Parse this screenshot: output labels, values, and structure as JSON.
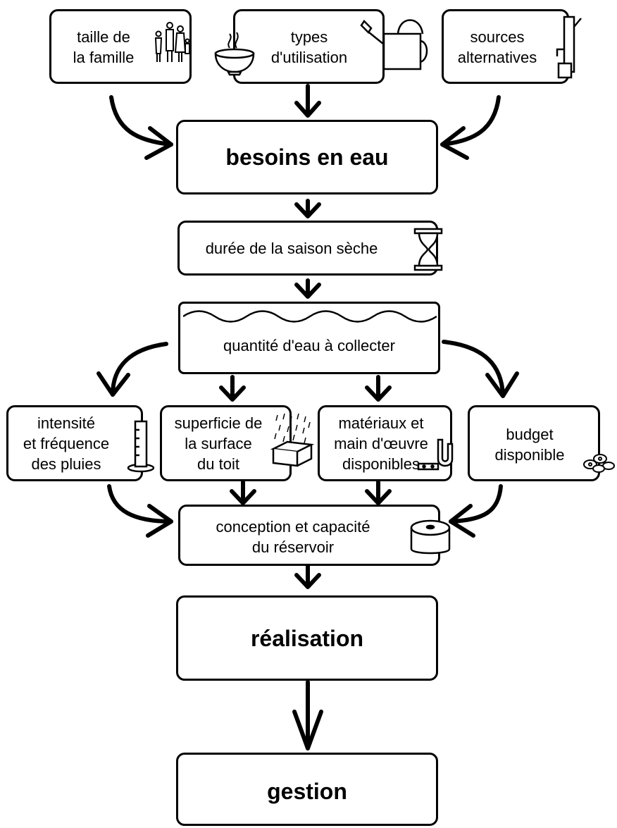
{
  "nodes": {
    "family_size": [
      "taille de",
      "la famille"
    ],
    "usage_types": [
      "types",
      "d'utilisation"
    ],
    "alt_sources": [
      "sources",
      "alternatives"
    ],
    "water_needs": "besoins en eau",
    "dry_season": "durée de la saison sèche",
    "quantity": "quantité d'eau à collecter",
    "rainfall": [
      "intensité",
      "et fréquence",
      "des pluies"
    ],
    "roof_area": [
      "superficie de",
      "la surface",
      "du toit"
    ],
    "materials": [
      "matériaux et",
      "main d'œuvre",
      "disponibles"
    ],
    "budget": [
      "budget",
      "disponible"
    ],
    "tank_design": [
      "conception et capacité",
      "du réservoir"
    ],
    "construction": "réalisation",
    "management": "gestion"
  },
  "icons": [
    "people-icon",
    "bowl-icon",
    "watering-can-icon",
    "hand-pump-icon",
    "hourglass-icon",
    "rain-gauge-icon",
    "roof-rain-icon",
    "bracket-tools-icon",
    "coins-icon",
    "tank-icon"
  ]
}
